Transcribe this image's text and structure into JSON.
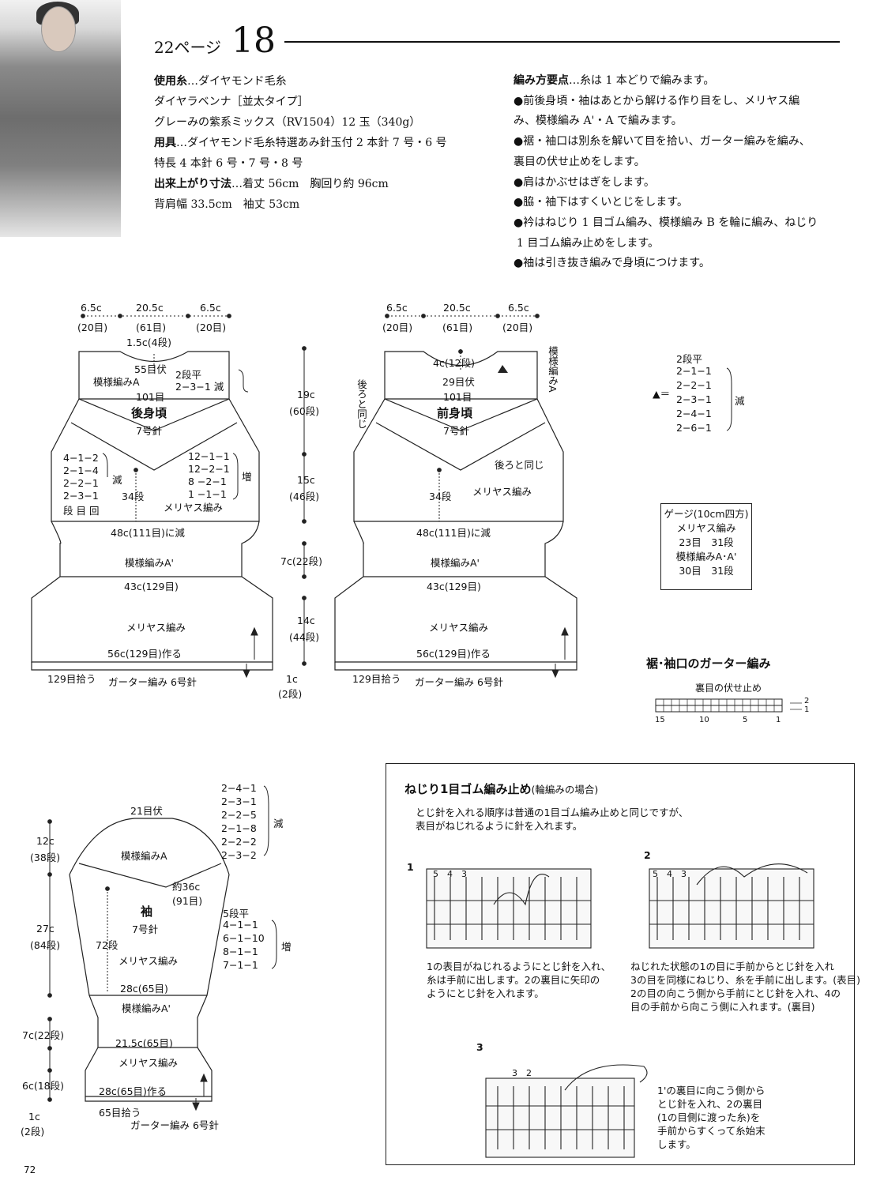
{
  "header": {
    "page_ref": "22ページ",
    "pattern_no": "18"
  },
  "materials": [
    {
      "label": "使用糸",
      "text": "…ダイヤモンド毛糸"
    },
    {
      "label": "",
      "text": "ダイヤラベンナ［並太タイプ］"
    },
    {
      "label": "",
      "text": "グレーみの紫系ミックス（RV1504）12 玉（340g）"
    },
    {
      "label": "用具",
      "text": "…ダイヤモンド毛糸特選あみ針玉付 2 本針 7 号・6 号"
    },
    {
      "label": "",
      "text": "特長 4 本針 6 号・7 号・8 号"
    },
    {
      "label": "出来上がり寸法",
      "text": "…着丈 56cm　胸回り約 96cm"
    },
    {
      "label": "",
      "text": "背肩幅 33.5cm　袖丈 53cm"
    }
  ],
  "points_title": "編み方要点",
  "points": [
    "…糸は 1 本どりで編みます。",
    "●前後身頃・袖はあとから解ける作り目をし、メリヤス編",
    "み、模様編み A'・A で編みます。",
    "●裾・袖口は別糸を解いて目を拾い、ガーター編みを編み、",
    "裏目の伏せ止めをします。",
    "●肩はかぶせはぎをします。",
    "●脇・袖下はすくいとじをします。",
    "●衿はねじり 1 目ゴム編み、模様編み B を輪に編み、ねじり",
    "1 目ゴム編み止めをします。",
    "●袖は引き抜き編みで身頃につけます。"
  ],
  "back": {
    "top_widths": [
      "6.5c",
      "20.5c",
      "6.5c"
    ],
    "top_counts": [
      "(20目)",
      "(61目)",
      "(20目)"
    ],
    "neck_depth": "1.5c(4段)",
    "bind_off": "55目伏",
    "neck_shape": [
      "2段平",
      "2−3−1 減"
    ],
    "pattern_a": "模様編みA",
    "yoke_count": "101目",
    "title": "後身頃",
    "needle": "7号針",
    "armhole_dec": [
      "4−1−2",
      "2−1−4",
      "2−2−1",
      "2−3−1",
      "段 目 回"
    ],
    "dec_label": "減",
    "inc_rows": [
      "12−1−1",
      "12−2−1",
      "8 −2−1",
      "1 −1−1"
    ],
    "inc_label": "増",
    "rows34": "34段",
    "stockinette": "メリヤス編み",
    "dec_to": "48c(111目)に減",
    "pattern_a2": "模様編みA'",
    "mid_width": "43c(129目)",
    "stockinette2": "メリヤス編み",
    "cast_on": "56c(129目)作る",
    "pickup": "129目拾う",
    "garter": "ガーター編み 6号針"
  },
  "center_dims": [
    {
      "v": "19c",
      "r": "(60段)"
    },
    {
      "v": "15c",
      "r": "(46段)"
    },
    {
      "v": "7c",
      "r": "(22段)"
    },
    {
      "v": "14c",
      "r": "(44段)"
    },
    {
      "v": "1c",
      "r": "(2段)"
    }
  ],
  "front": {
    "top_widths": [
      "6.5c",
      "20.5c",
      "6.5c"
    ],
    "top_counts": [
      "(20目)",
      "(61目)",
      "(20目)"
    ],
    "neck_depth": "4c(12段)",
    "bind_off": "29目伏",
    "yoke_count": "101目",
    "pattern_a_v": "模様編みA",
    "same_back_v": "後ろと同じ",
    "title": "前身頃",
    "needle": "7号針",
    "same_back": "後ろと同じ",
    "rows34": "34段",
    "stockinette": "メリヤス編み",
    "dec_to": "48c(111目)に減",
    "pattern_a2": "模様編みA'",
    "mid_width": "43c(129目)",
    "stockinette2": "メリヤス編み",
    "cast_on": "56c(129目)作る",
    "pickup": "129目拾う",
    "garter": "ガーター編み 6号針"
  },
  "neck_note": {
    "title": "2段平",
    "rows": [
      "2−1−1",
      "2−2−1",
      "2−3−1",
      "2−4−1",
      "2−6−1"
    ],
    "label": "減",
    "symbol": "▲＝"
  },
  "gauge": {
    "lines": [
      "ゲージ(10cm四方)",
      "メリヤス編み",
      "23目　31段",
      "模様編みA･A'",
      "30目　31段"
    ]
  },
  "garter_title": "裾･袖口のガーター編み",
  "garter_chart": {
    "bindoff": "裏目の伏せ止め",
    "rows": [
      "2",
      "1"
    ],
    "cols": [
      "15",
      "10",
      "5",
      "1"
    ]
  },
  "sleeve": {
    "bind_off": "21目伏",
    "cap_rows": [
      "2−4−1",
      "2−3−1",
      "2−2−5",
      "2−1−8",
      "2−2−2",
      "2−3−2"
    ],
    "cap_label": "減",
    "pattern_a": "模様編みA",
    "width36": "約36c",
    "width36_count": "(91目)",
    "title": "袖",
    "needle": "7号針",
    "inc_rows": [
      "5段平",
      "4−1−1",
      "6−1−10",
      "8−1−1",
      "7−1−1"
    ],
    "inc_label": "増",
    "rows72": "72段",
    "stockinette": "メリヤス編み",
    "width28": "28c(65目)",
    "pattern_a2": "模様編みA'",
    "cuff_width": "21.5c(65目)",
    "stockinette2": "メリヤス編み",
    "cast_on": "28c(65目)作る",
    "pickup": "65目拾う",
    "garter": "ガーター編み 6号針",
    "dims": [
      {
        "v": "12c",
        "r": "(38段)"
      },
      {
        "v": "27c",
        "r": "(84段)"
      },
      {
        "v": "7c(22段)",
        "r": ""
      },
      {
        "v": "6c(18段)",
        "r": ""
      },
      {
        "v": "1c",
        "r": "(2段)"
      }
    ]
  },
  "bindoff_box": {
    "title": "ねじり1目ゴム編み止め",
    "subtitle": "(輪編みの場合)",
    "intro1": "とじ針を入れる順序は普通の1目ゴム編み止めと同じですが、",
    "intro2": "表目がねじれるように針を入れます。",
    "step1_no": "1",
    "step1_nums": "5　4　3",
    "step1_text": [
      "1の表目がねじれるようにとじ針を入れ、",
      "糸は手前に出します。2の裏目に矢印の",
      "ようにとじ針を入れます。"
    ],
    "step2_no": "2",
    "step2_nums": "5　4　3",
    "step2_text": [
      "ねじれた状態の1の目に手前からとじ針を入れ",
      "3の目を同様にねじり、糸を手前に出します。(表目)",
      "2の目の向こう側から手前にとじ針を入れ、4の",
      "目の手前から向こう側に入れます。(裏目)"
    ],
    "step3_no": "3",
    "step3_nums": "3　2",
    "step3_text": [
      "1'の裏目に向こう側から",
      "とじ針を入れ、2の裏目",
      "(1の目側に渡った糸)を",
      "手前からすくって糸始末",
      "します。"
    ]
  },
  "page_number": "72"
}
